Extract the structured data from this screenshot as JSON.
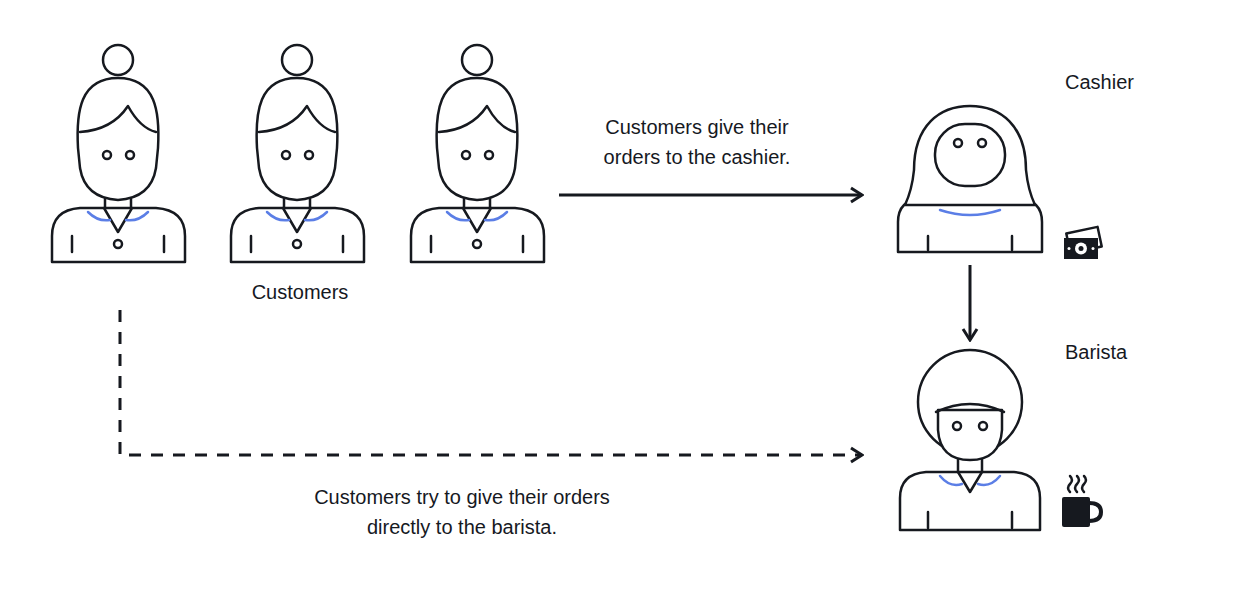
{
  "diagram": {
    "nodes": [
      {
        "text": [
          "Customers"
        ]
      },
      {
        "text": [
          "Cashier"
        ]
      },
      {
        "text": [
          "Barista"
        ]
      }
    ],
    "edges": [
      {
        "from": 0,
        "to": 1,
        "arrow": "to",
        "label": "Customers give their orders to the cashier."
      },
      {
        "from": 1,
        "to": 2,
        "arrow": "to"
      },
      {
        "from": 0,
        "to": 2,
        "arrow": "to",
        "label": "Customers try to give their orders directly to the barista."
      }
    ]
  }
}
